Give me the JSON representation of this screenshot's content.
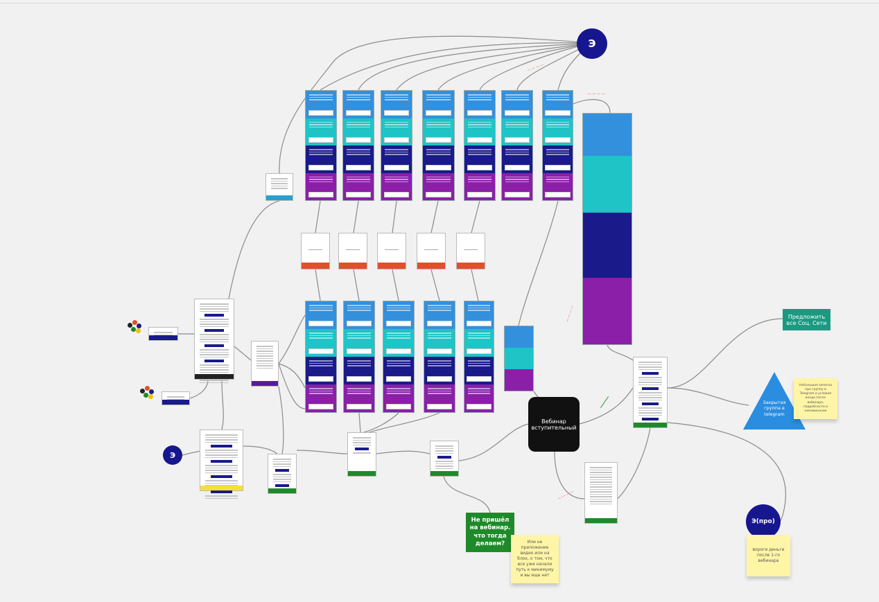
{
  "board": {
    "top_circle": "Э",
    "left_circle": "Э",
    "webinar": "Вебинар вступительный",
    "missed_webinar": "Не пришёл на вебинар. что тогда делаем?",
    "missed_note": "Или не приложение видео или на блок, о том, что все уже начали путь к минимуму и вы еще нет",
    "offer_social": "Предложить все Соц. Сети",
    "telegram_group": "Закрытая группа в telegram",
    "telegram_note": "Небольшая записка про группу в Telegram и условия входа после вебинара, подробности и напоминание",
    "pro_circle": "Э(про)",
    "pro_note": "вороги деньги после 1-го вебинара"
  },
  "colors": {
    "navy": "#16168f",
    "blue": "#3390dd",
    "teal": "#1fc4c6",
    "purple": "#8b1fa8",
    "orange": "#e0502a",
    "green": "#1e8a2a",
    "social": "#1a9a80",
    "sticky": "#fff5a6",
    "black": "#111111"
  }
}
